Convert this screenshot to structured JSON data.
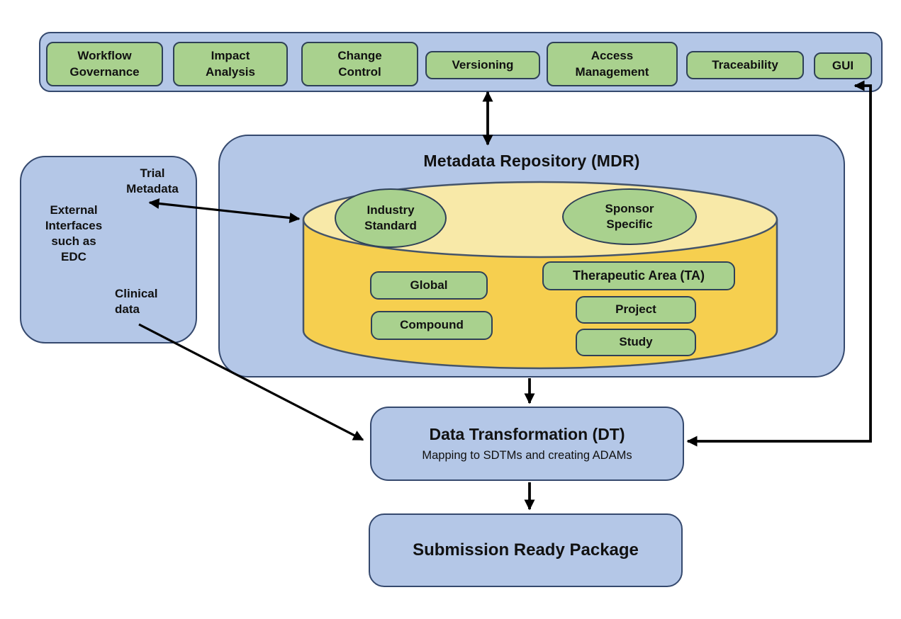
{
  "top_bar": {
    "items": [
      {
        "id": "workflow-governance",
        "label": "Workflow\nGovernance"
      },
      {
        "id": "impact-analysis",
        "label": "Impact\nAnalysis"
      },
      {
        "id": "change-control",
        "label": "Change\nControl"
      },
      {
        "id": "versioning",
        "label": "Versioning"
      },
      {
        "id": "access-management",
        "label": "Access\nManagement"
      },
      {
        "id": "traceability",
        "label": "Traceability"
      },
      {
        "id": "gui",
        "label": "GUI"
      }
    ]
  },
  "external_interfaces": {
    "title": "External\nInterfaces\nsuch as\nEDC",
    "trial_metadata_label": "Trial\nMetadata",
    "clinical_data_label": "Clinical\ndata"
  },
  "mdr": {
    "title": "Metadata Repository (MDR)",
    "standards": [
      {
        "label": "Industry\nStandard"
      },
      {
        "label": "Sponsor\nSpecific"
      }
    ],
    "levels_left": [
      {
        "label": "Global"
      },
      {
        "label": "Compound"
      }
    ],
    "levels_right": [
      {
        "label": "Therapeutic Area (TA)"
      },
      {
        "label": "Project"
      },
      {
        "label": "Study"
      }
    ]
  },
  "data_transformation": {
    "title": "Data Transformation (DT)",
    "subtitle": "Mapping to SDTMs and creating ADAMs"
  },
  "submission": {
    "title": "Submission Ready Package"
  },
  "colors": {
    "container_fill": "#b4c7e7",
    "container_border": "#35496e",
    "green_fill": "#a9d18e",
    "green_border": "#2e4057",
    "cylinder_body": "#f6cf4f",
    "cylinder_top": "#f8e9a8",
    "cylinder_border": "#44546a",
    "arrow": "#000000"
  }
}
